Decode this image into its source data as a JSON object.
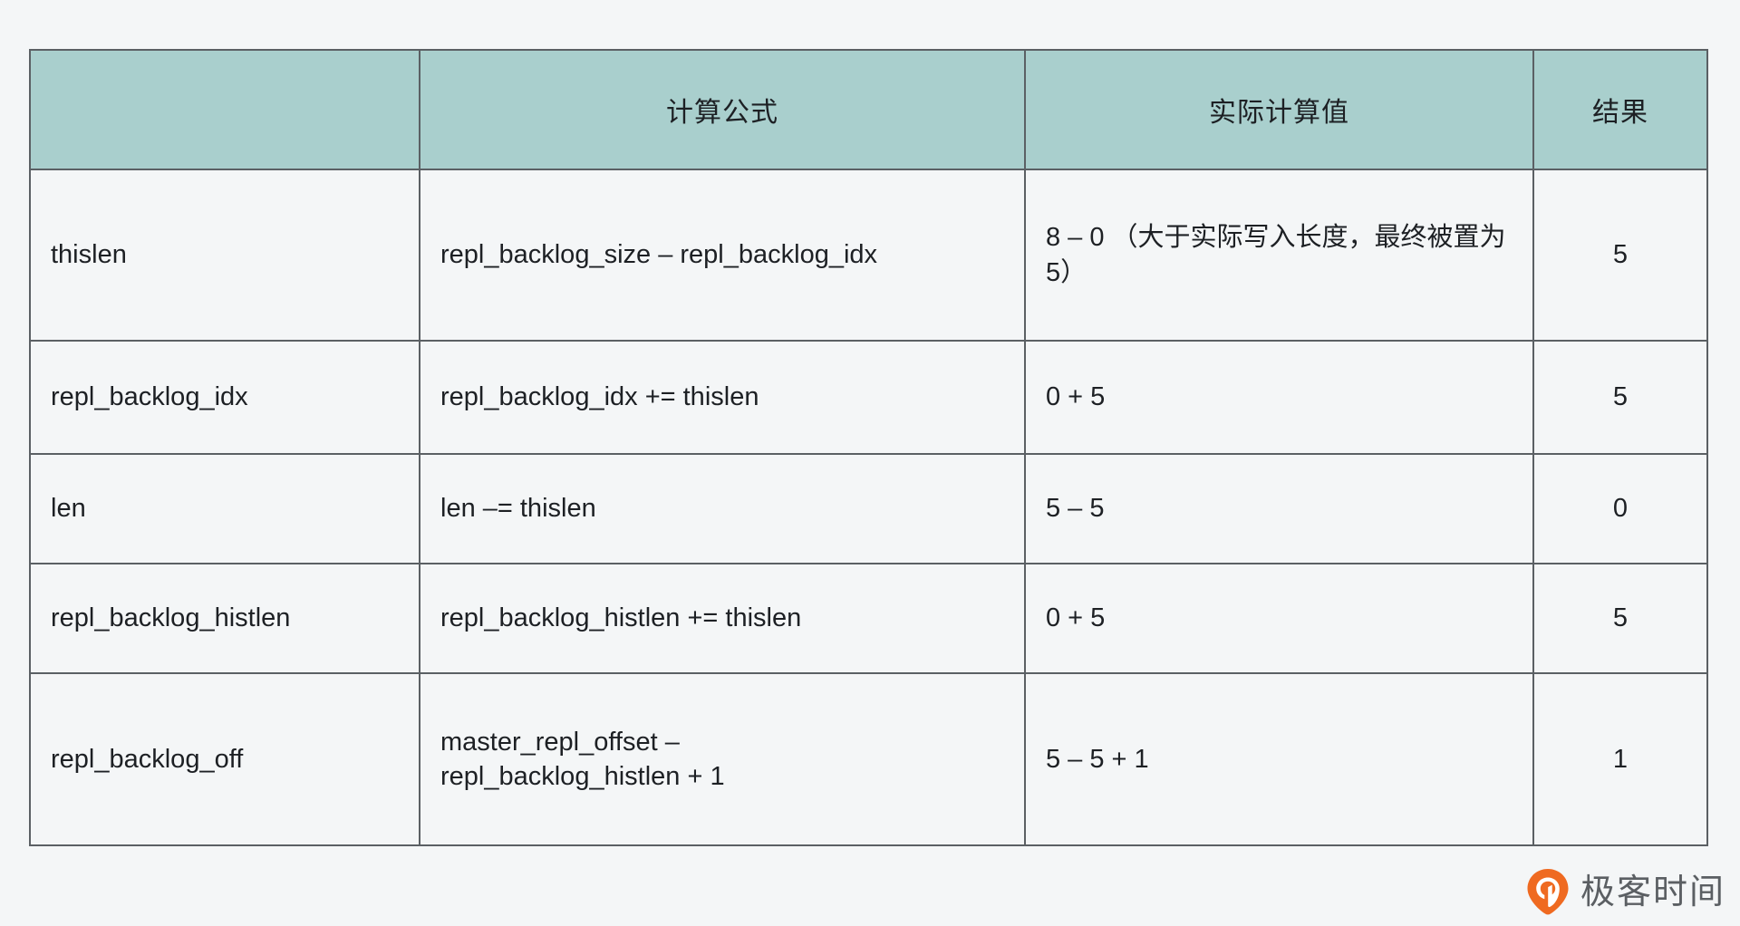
{
  "table": {
    "headers": [
      "",
      "计算公式",
      "实际计算值",
      "结果"
    ],
    "rows": [
      {
        "name": "thislen",
        "formula": "repl_backlog_size – repl_backlog_idx",
        "value": "8 – 0 （大于实际写入长度，最终被置为5）",
        "result": "5"
      },
      {
        "name": "repl_backlog_idx",
        "formula": "repl_backlog_idx += thislen",
        "value": "0 + 5",
        "result": "5"
      },
      {
        "name": "len",
        "formula": "len –= thislen",
        "value": "5 – 5",
        "result": "0"
      },
      {
        "name": "repl_backlog_histlen",
        "formula": "repl_backlog_histlen += thislen",
        "value": "0 + 5",
        "result": "5"
      },
      {
        "name": "repl_backlog_off",
        "formula": "master_repl_offset –\nrepl_backlog_histlen + 1",
        "value": "5 – 5 + 1",
        "result": "1"
      }
    ]
  },
  "brand": {
    "name": "极客时间",
    "icon": "geektime-pin-icon",
    "mark_color": "#ef6a21",
    "text_color": "#5b5f63"
  },
  "colors": {
    "page_background": "#f4f6f7",
    "header_background": "#a9cfcd",
    "cell_background": "#f4f6f7",
    "border": "#5b6064",
    "text": "#1d2024"
  }
}
